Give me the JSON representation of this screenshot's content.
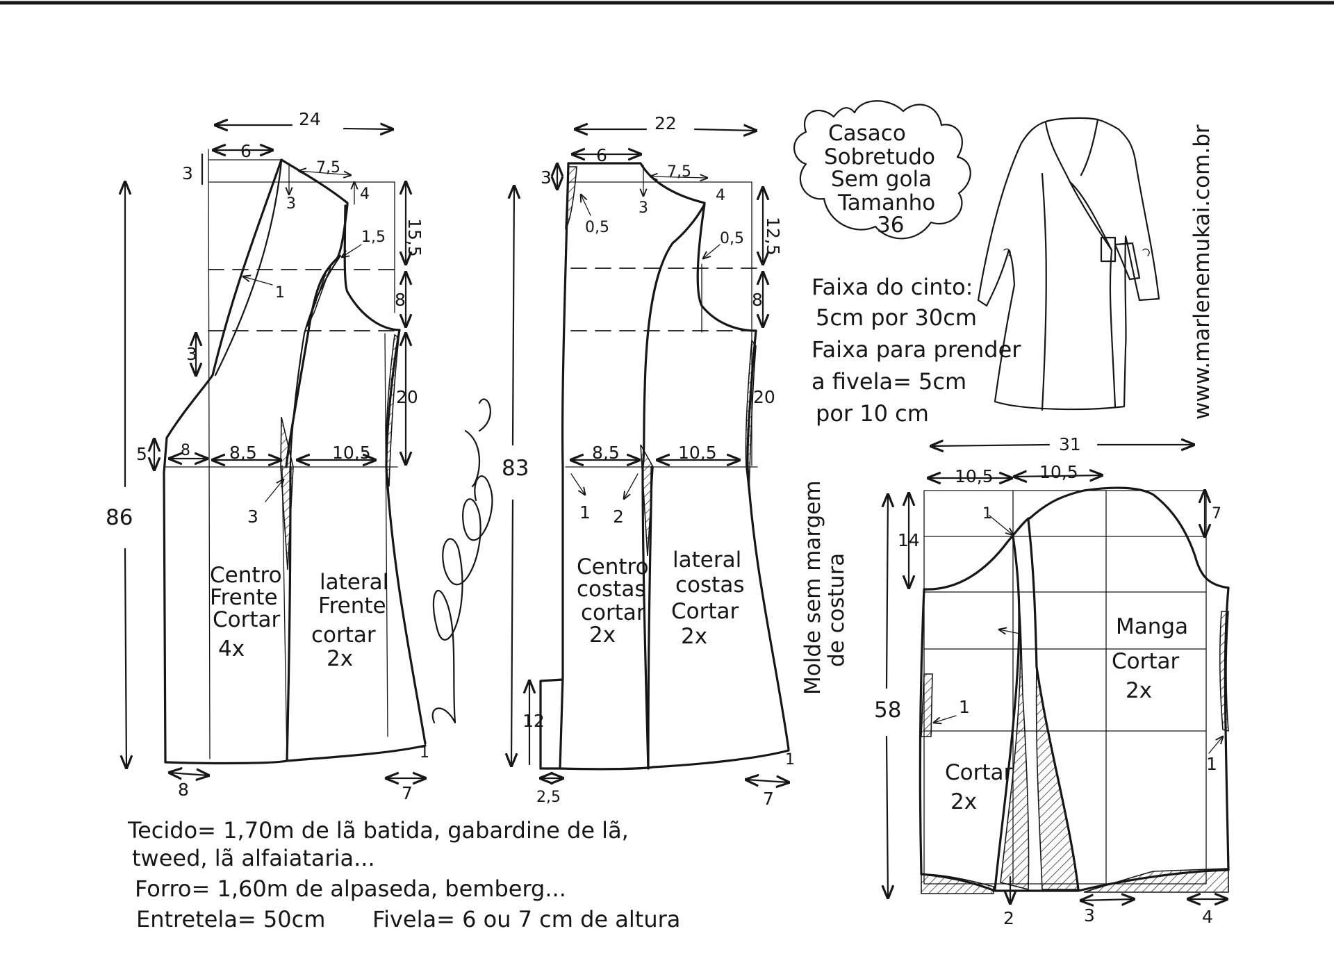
{
  "site": "www.marlenemukai.com.br",
  "title_lines": [
    "Casaco",
    "Sobretudo",
    "Sem gola",
    "Tamanho",
    "36"
  ],
  "belt": {
    "lines": [
      "Faixa do cinto:",
      "5cm por 30cm",
      "Faixa para prender",
      "a fivela= 5cm",
      "por 10 cm"
    ]
  },
  "no_seam_note": [
    "Molde sem margem",
    "de costura"
  ],
  "materials": {
    "line1": "Tecido= 1,70m de lã batida, gabardine de lã,",
    "line2": "tweed, lã alfaiataria...",
    "line3": "Forro= 1,60m de alpaseda, bemberg...",
    "line4a": "Entretela= 50cm",
    "line4b": "Fivela= 6 ou 7 cm de altura"
  },
  "front": {
    "width": "24",
    "height": "86",
    "neck_w": "6",
    "neck_drop": "3",
    "neck_depth": "3",
    "shoulder": "7,5",
    "shoulder_drop": "4",
    "armhole": "15,5",
    "armhole_pt": "1,5",
    "armhole_step": "8",
    "side": "20",
    "side_hem": "1",
    "lapel_pt": "1",
    "lapel_fold": "3",
    "waist_front": "5",
    "waist_left": "8",
    "waist_mid": "8,5",
    "waist_right": "10,5",
    "dart": "3",
    "hem_left": "8",
    "hem_right": "7",
    "center_label": [
      "Centro",
      "Frente",
      "Cortar",
      "4x"
    ],
    "side_label": [
      "lateral",
      "Frente",
      "cortar",
      "2x"
    ]
  },
  "back": {
    "width": "22",
    "height": "83",
    "neck_w": "6",
    "neck_drop": "3",
    "neck_depth": "3",
    "center_pt": "0,5",
    "shoulder": "7,5",
    "shoulder_drop": "4",
    "armhole": "12,5",
    "armhole_pt": "0,5",
    "armhole_step": "8",
    "side": "20",
    "side_hem": "1",
    "waist_mid": "8,5",
    "waist_right": "10,5",
    "dart_left": "1",
    "dart_mid": "2",
    "vent": "12",
    "hem_left": "2,5",
    "hem_right": "7",
    "center_label": [
      "Centro",
      "costas",
      "cortar",
      "2x"
    ],
    "side_label": [
      "lateral",
      "costas",
      "Cortar",
      "2x"
    ]
  },
  "sleeve": {
    "width": "31",
    "cap_left": "10,5",
    "cap_right": "10,5",
    "cap_height": "14",
    "cap_right_drop": "7",
    "length": "58",
    "top_pt": "1",
    "left_pt": "1",
    "right_pt": "1",
    "hem_left": "2",
    "hem_mid": "3",
    "hem_right": "4",
    "label_main": [
      "Manga",
      "Cortar",
      "2x"
    ],
    "label_small": [
      "Cortar",
      "2x"
    ]
  }
}
